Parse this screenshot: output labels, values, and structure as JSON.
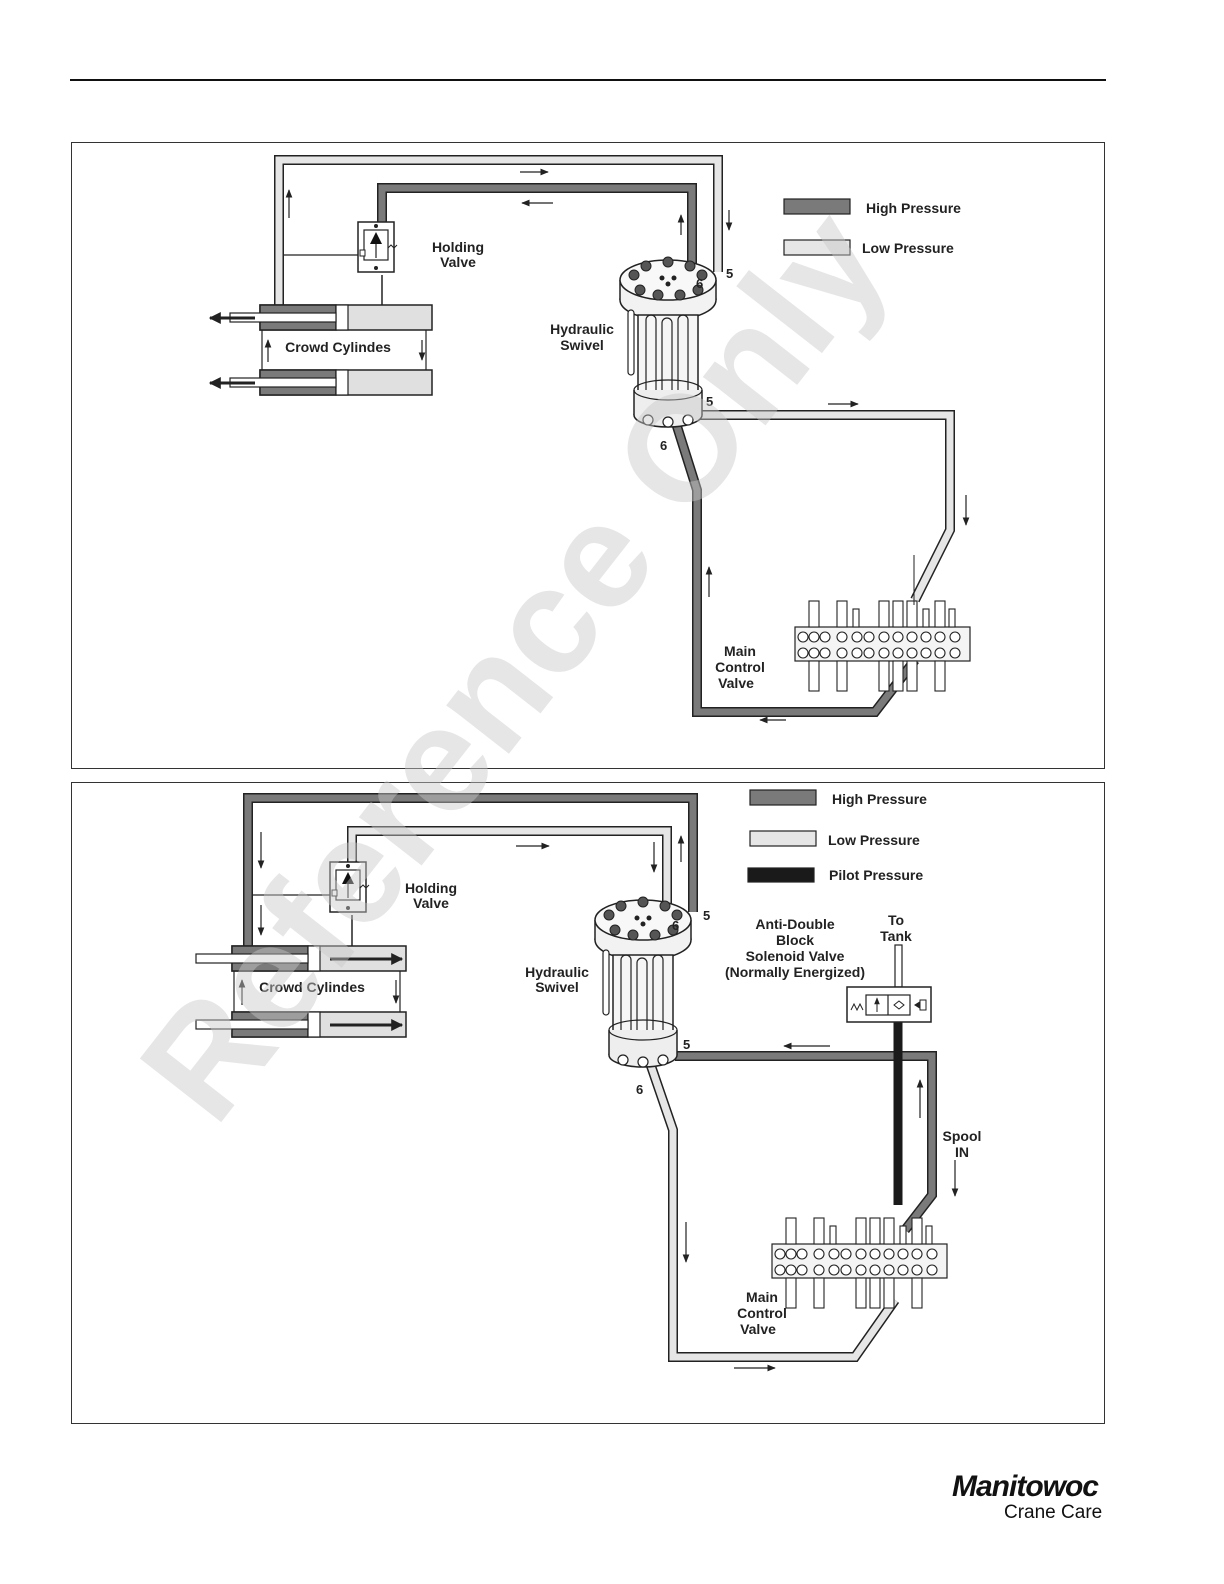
{
  "top_diagram": {
    "legend": {
      "high": "High Pressure",
      "low": "Low Pressure"
    },
    "holding_valve": [
      "Holding",
      "Valve"
    ],
    "crowd_cylinders": "Crowd Cylindes",
    "hydraulic_swivel": [
      "Hydraulic",
      "Swivel"
    ],
    "main_control_valve": [
      "Main",
      "Control",
      "Valve"
    ],
    "port_5": "5",
    "port_6": "6"
  },
  "bottom_diagram": {
    "legend": {
      "high": "High Pressure",
      "low": "Low Pressure",
      "pilot": "Pilot Pressure"
    },
    "holding_valve": [
      "Holding",
      "Valve"
    ],
    "crowd_cylinders": "Crowd Cylindes",
    "hydraulic_swivel": [
      "Hydraulic",
      "Swivel"
    ],
    "main_control_valve": [
      "Main",
      "Control",
      "Valve"
    ],
    "solenoid_valve": [
      "Anti-Double",
      "Block",
      "Solenoid Valve",
      "(Normally Energized)"
    ],
    "to_tank": [
      "To",
      "Tank"
    ],
    "spool_in": [
      "Spool",
      "IN"
    ],
    "port_5": "5",
    "port_6": "6"
  },
  "watermark": "Reference Only",
  "logo": {
    "brand": "Manitowoc",
    "sub": "Crane Care"
  },
  "colors": {
    "high": "#7a7a7a",
    "low": "#e6e6e6",
    "pilot": "#1a1a1a",
    "line": "#222222"
  }
}
